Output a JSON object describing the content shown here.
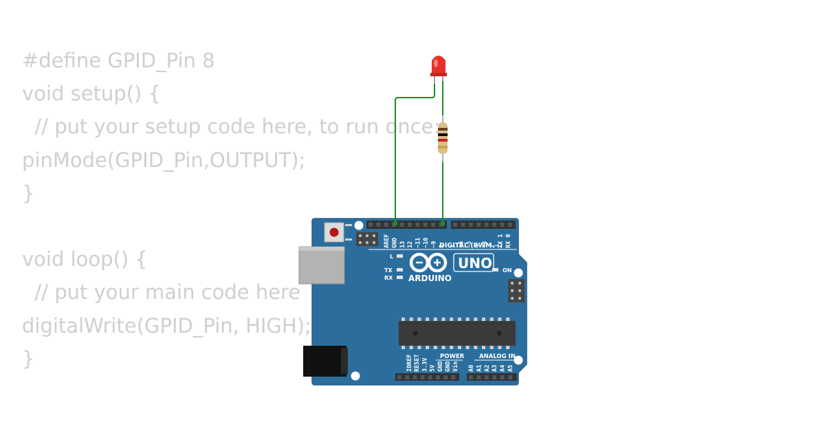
{
  "code_lines": [
    "#define GPID_Pin 8",
    "void setup() {",
    "  // put your setup code here, to run once:",
    "pinMode(GPID_Pin,OUTPUT);",
    "}",
    "",
    "void loop() {",
    "  // put your main code here",
    "digitalWrite(GPID_Pin, HIGH);",
    "}"
  ],
  "board": {
    "brand": "ARDUINO",
    "model": "UNO",
    "digital_header_label": "DIGITAL (PWM ~)",
    "power_label": "POWER",
    "analog_label": "ANALOG IN",
    "on_label": "ON",
    "l_label": "L",
    "tx_label": "TX",
    "rx_label": "RX",
    "digital_pins_left": [
      "AREF",
      "GND",
      "13",
      "12",
      "~11",
      "~10",
      "~9",
      "8"
    ],
    "digital_pins_right": [
      "7",
      "~6",
      "~5",
      "4",
      "~3",
      "2",
      "TX 1",
      "RX 0"
    ],
    "power_pins": [
      "IOREF",
      "RESET",
      "3.3V",
      "5V",
      "GND",
      "GND",
      "Vin"
    ],
    "analog_pins": [
      "A0",
      "A1",
      "A2",
      "A3",
      "A4",
      "A5"
    ]
  },
  "colors": {
    "code_text": "#cfcfcf",
    "board": "#2b6e9e",
    "wire": "#1e8a2a",
    "led": "#e8302b",
    "header": "#333333"
  }
}
